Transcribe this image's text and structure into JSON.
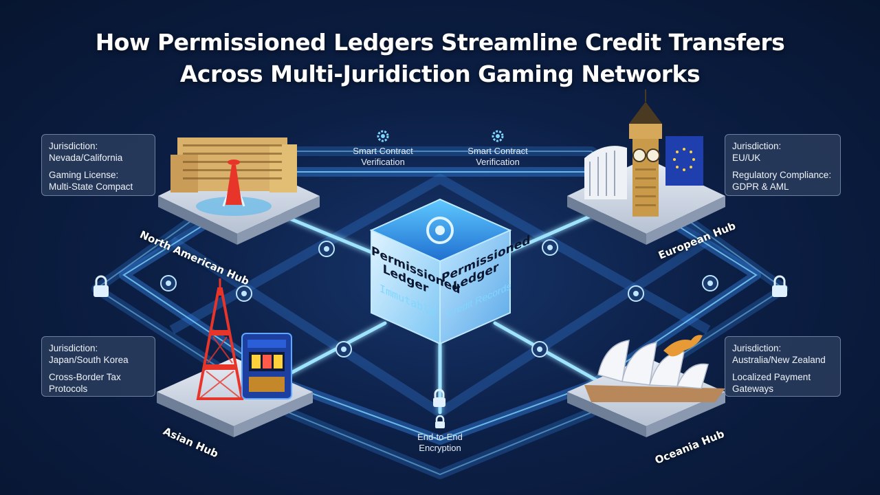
{
  "title": {
    "line1": "How Permissioned Ledgers Streamline Credit Transfers",
    "line2": "Across Multi-Juridiction Gaming Networks"
  },
  "hubs": {
    "north_america": {
      "label": "North American Hub",
      "card": {
        "label1": "Jurisdiction:",
        "value1": "Nevada/California",
        "label2": "Gaming License:",
        "value2": "Multi-State Compact"
      }
    },
    "europe": {
      "label": "European Hub",
      "card": {
        "label1": "Jurisdiction:",
        "value1": "EU/UK",
        "label2": "Regulatory Compliance:",
        "value2": "GDPR & AML"
      }
    },
    "asia": {
      "label": "Asian Hub",
      "card": {
        "label1": "Jurisdiction:",
        "value1": "Japan/South Korea",
        "label2": "Cross-Border Tax",
        "value2": "Protocols"
      }
    },
    "oceania": {
      "label": "Oceania Hub",
      "card": {
        "label1": "Jurisdiction:",
        "value1": "Australia/New Zealand",
        "label2": "Localized Payment",
        "value2": "Gateways"
      }
    }
  },
  "center": {
    "face_left_title": "Permissioned Ledger",
    "face_left_sub": "Immutable",
    "face_right_title": "Permissioned Ledger",
    "face_right_sub": "Credit Records"
  },
  "notes": {
    "smart_left": {
      "line1": "Smart Contract",
      "line2": "Verification"
    },
    "smart_right": {
      "line1": "Smart Contract",
      "line2": "Verification"
    },
    "encryption": {
      "line1": "End-to-End",
      "line2": "Encryption"
    }
  },
  "colors": {
    "accent": "#3fb6ff",
    "background": "#0c1f45",
    "eu_flag": "#1f3fae",
    "tower": "#e8352a"
  }
}
